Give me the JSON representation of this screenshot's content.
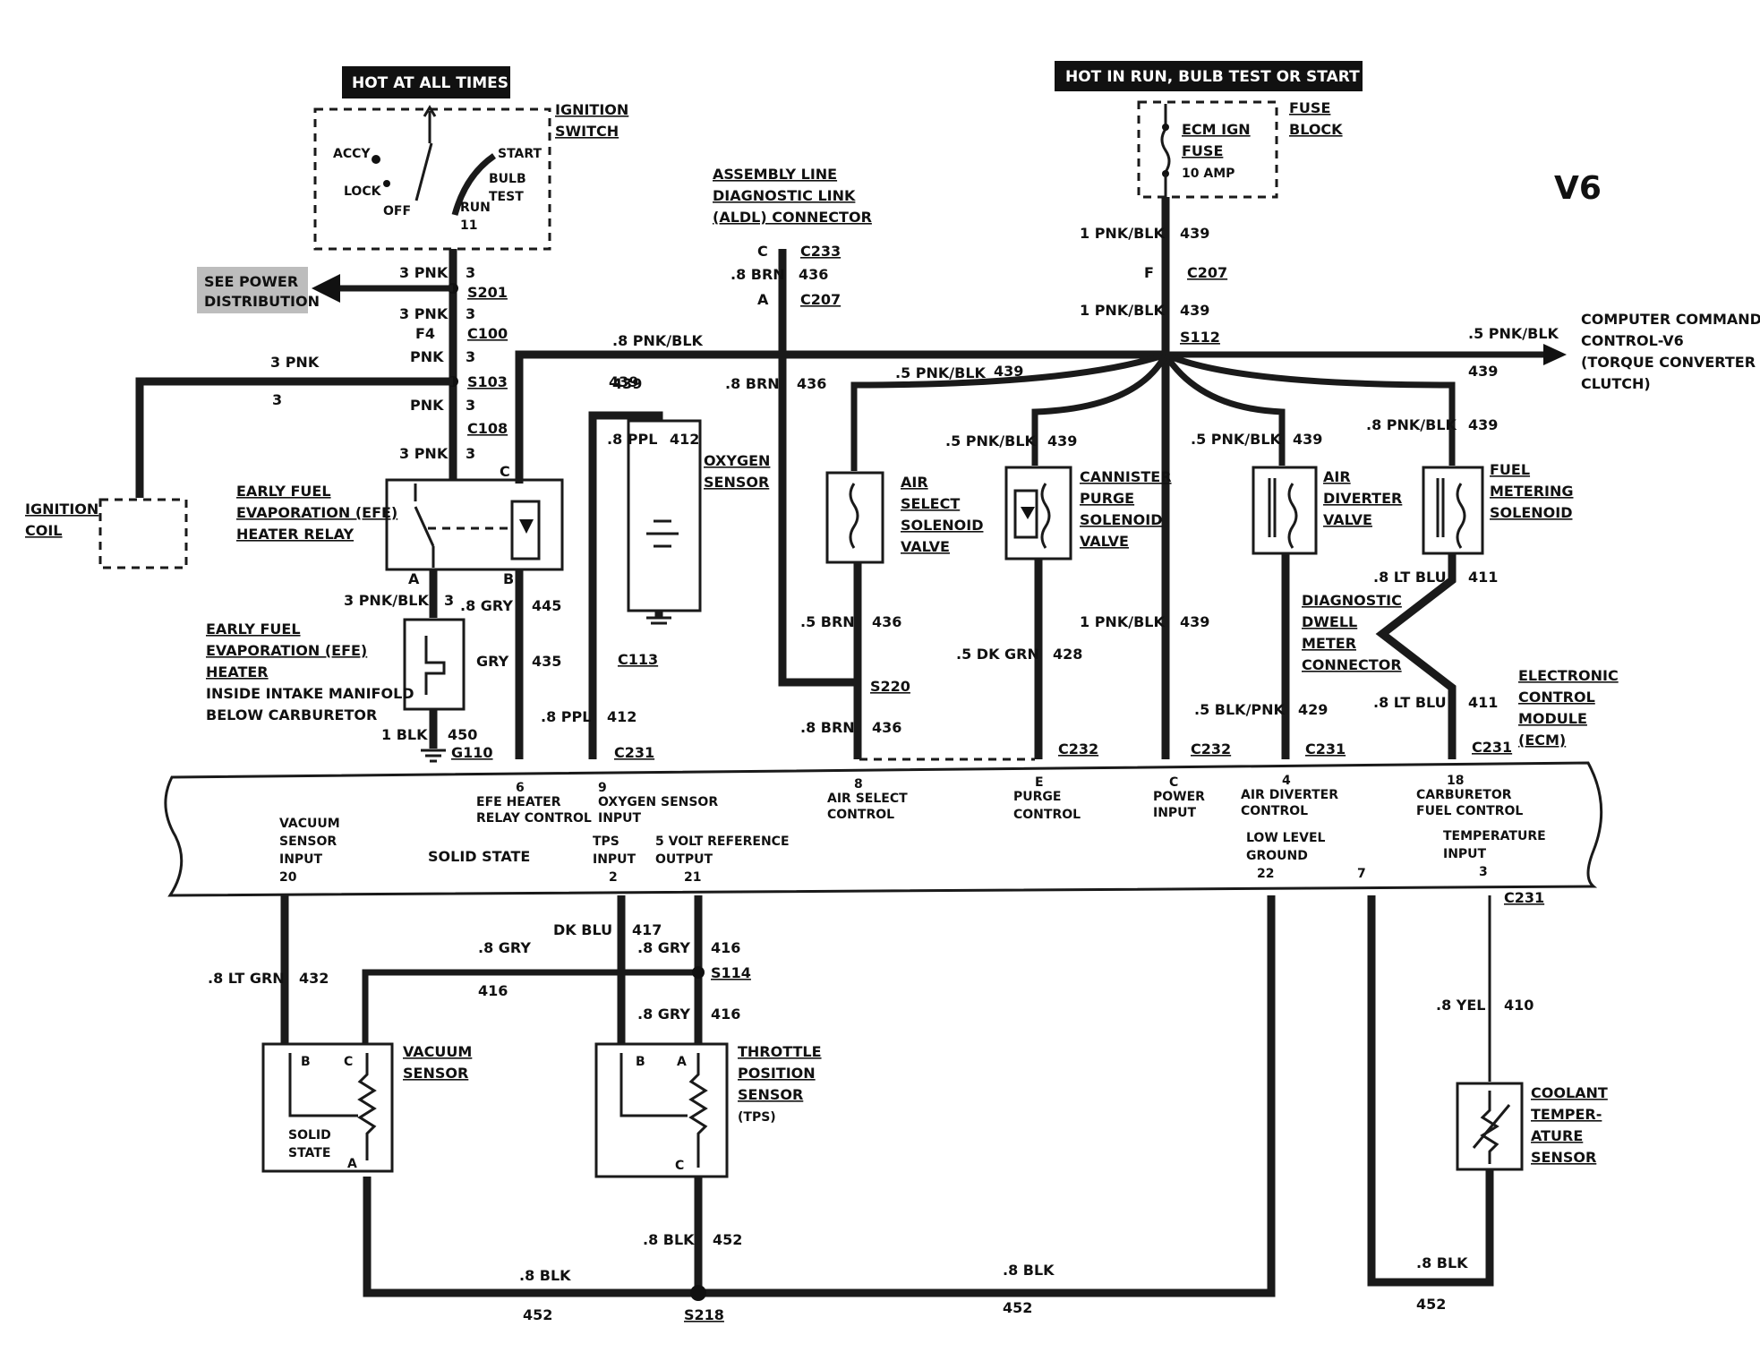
{
  "diagram": {
    "version_tag": "V6",
    "hot_at_all_times": "HOT AT ALL TIMES",
    "hot_in_run": "HOT IN RUN,  BULB TEST OR START",
    "ignition_switch": [
      "IGNITION",
      "SWITCH"
    ],
    "switch_positions": [
      "ACCY",
      "LOCK",
      "OFF",
      "RUN",
      "11",
      "START",
      "BULB",
      "TEST"
    ],
    "see_power": [
      "SEE POWER",
      "DISTRIBUTION"
    ],
    "fuse_block": [
      "FUSE",
      "BLOCK"
    ],
    "ecm_fuse": [
      "ECM IGN",
      "FUSE",
      "10 AMP"
    ],
    "aldl": [
      "ASSEMBLY LINE",
      "DIAGNOSTIC LINK",
      "(ALDL) CONNECTOR"
    ],
    "ccc": [
      "COMPUTER COMMAND",
      "CONTROL-V6",
      "(TORQUE CONVERTER",
      "CLUTCH)"
    ],
    "ignition_coil": [
      "IGNITION",
      "COIL"
    ],
    "efe_relay": [
      "EARLY FUEL",
      "EVAPORATION (EFE)",
      "HEATER RELAY"
    ],
    "efe_heater": [
      "EARLY FUEL",
      "EVAPORATION (EFE)",
      "HEATER",
      "INSIDE INTAKE MANIFOLD",
      "BELOW CARBURETOR"
    ],
    "oxygen_sensor": [
      "OXYGEN",
      "SENSOR"
    ],
    "air_select": [
      "AIR",
      "SELECT",
      "SOLENOID",
      "VALVE"
    ],
    "canister": [
      "CANNISTER",
      "PURGE",
      "SOLENOID",
      "VALVE"
    ],
    "air_diverter": [
      "AIR",
      "DIVERTER",
      "VALVE"
    ],
    "fuel_metering": [
      "FUEL",
      "METERING",
      "SOLENOID"
    ],
    "dwell": [
      "DIAGNOSTIC",
      "DWELL",
      "METER",
      "CONNECTOR"
    ],
    "ecm": [
      "ELECTRONIC",
      "CONTROL",
      "MODULE",
      "(ECM)"
    ],
    "vacuum_sensor": [
      "VACUUM",
      "SENSOR"
    ],
    "tps": [
      "THROTTLE",
      "POSITION",
      "SENSOR",
      "(TPS)"
    ],
    "coolant": [
      "COOLANT",
      "TEMPER-",
      "ATURE",
      "SENSOR"
    ],
    "solid_state": [
      "SOLID",
      "STATE"
    ],
    "ecm_solid_state": "SOLID STATE",
    "pins_top": [
      {
        "num": "6",
        "lines": [
          "EFE HEATER",
          "RELAY CONTROL"
        ]
      },
      {
        "num": "9",
        "lines": [
          "OXYGEN SENSOR",
          "INPUT"
        ]
      },
      {
        "num": "8",
        "lines": [
          "AIR SELECT",
          "CONTROL"
        ]
      },
      {
        "num": "E",
        "lines": [
          "PURGE",
          "CONTROL"
        ]
      },
      {
        "num": "C",
        "lines": [
          "POWER",
          "INPUT"
        ]
      },
      {
        "num": "4",
        "lines": [
          "AIR DIVERTER",
          "CONTROL"
        ]
      },
      {
        "num": "18",
        "lines": [
          "CARBURETOR",
          "FUEL CONTROL"
        ]
      }
    ],
    "pins_bottom": [
      {
        "num": "20",
        "lines": [
          "VACUUM",
          "SENSOR",
          "INPUT"
        ]
      },
      {
        "num": "2",
        "lines": [
          "TPS",
          "INPUT"
        ]
      },
      {
        "num": "21",
        "lines": [
          "5 VOLT REFERENCE",
          "OUTPUT"
        ]
      },
      {
        "num": "22",
        "lines": [
          "LOW LEVEL",
          "GROUND"
        ]
      },
      {
        "num": "7",
        "lines": []
      },
      {
        "num": "3",
        "lines": [
          "TEMPERATURE",
          "INPUT"
        ]
      }
    ],
    "wires": {
      "pnk3": "3 PNK",
      "pnk": "PNK",
      "three": "3",
      "f4": "F4",
      "pnkblk3": "3 PNK/BLK",
      "s201": "S201",
      "c100": "C100",
      "s103": "S103",
      "c108": "C108",
      "pnkblk8": ".8 PNK/BLK",
      "n439": "439",
      "pnkblk5": ".5 PNK/BLK",
      "pnkblk1": "1 PNK/BLK",
      "f": "F",
      "c207": "C207",
      "s112": "S112",
      "c": "C",
      "a": "A",
      "b": "B",
      "e": "E",
      "c233": "C233",
      "brn8": ".8 BRN",
      "n436": "436",
      "brn5": ".5 BRN",
      "s220": "S220",
      "ppl8": ".8 PPL",
      "n412": "412",
      "c113": "C113",
      "c231": "C231",
      "c232": "C232",
      "gry8": ".8 GRY",
      "gry": "GRY",
      "n445": "445",
      "n435": "435",
      "blk1": "1 BLK",
      "n450": "450",
      "g110": "G110",
      "dkgrn5": ".5 DK GRN",
      "n428": "428",
      "blkpnk5": ".5 BLK/PNK",
      "n429": "429",
      "ltblu8": ".8 LT BLU",
      "n411": "411",
      "ltgrn8": ".8 LT GRN",
      "n432": "432",
      "dkblu": "DK BLU",
      "n417": "417",
      "n416": "416",
      "s114": "S114",
      "blk8": ".8 BLK",
      "n452": "452",
      "s218": "S218",
      "yel8": ".8 YEL",
      "n410": "410"
    }
  }
}
